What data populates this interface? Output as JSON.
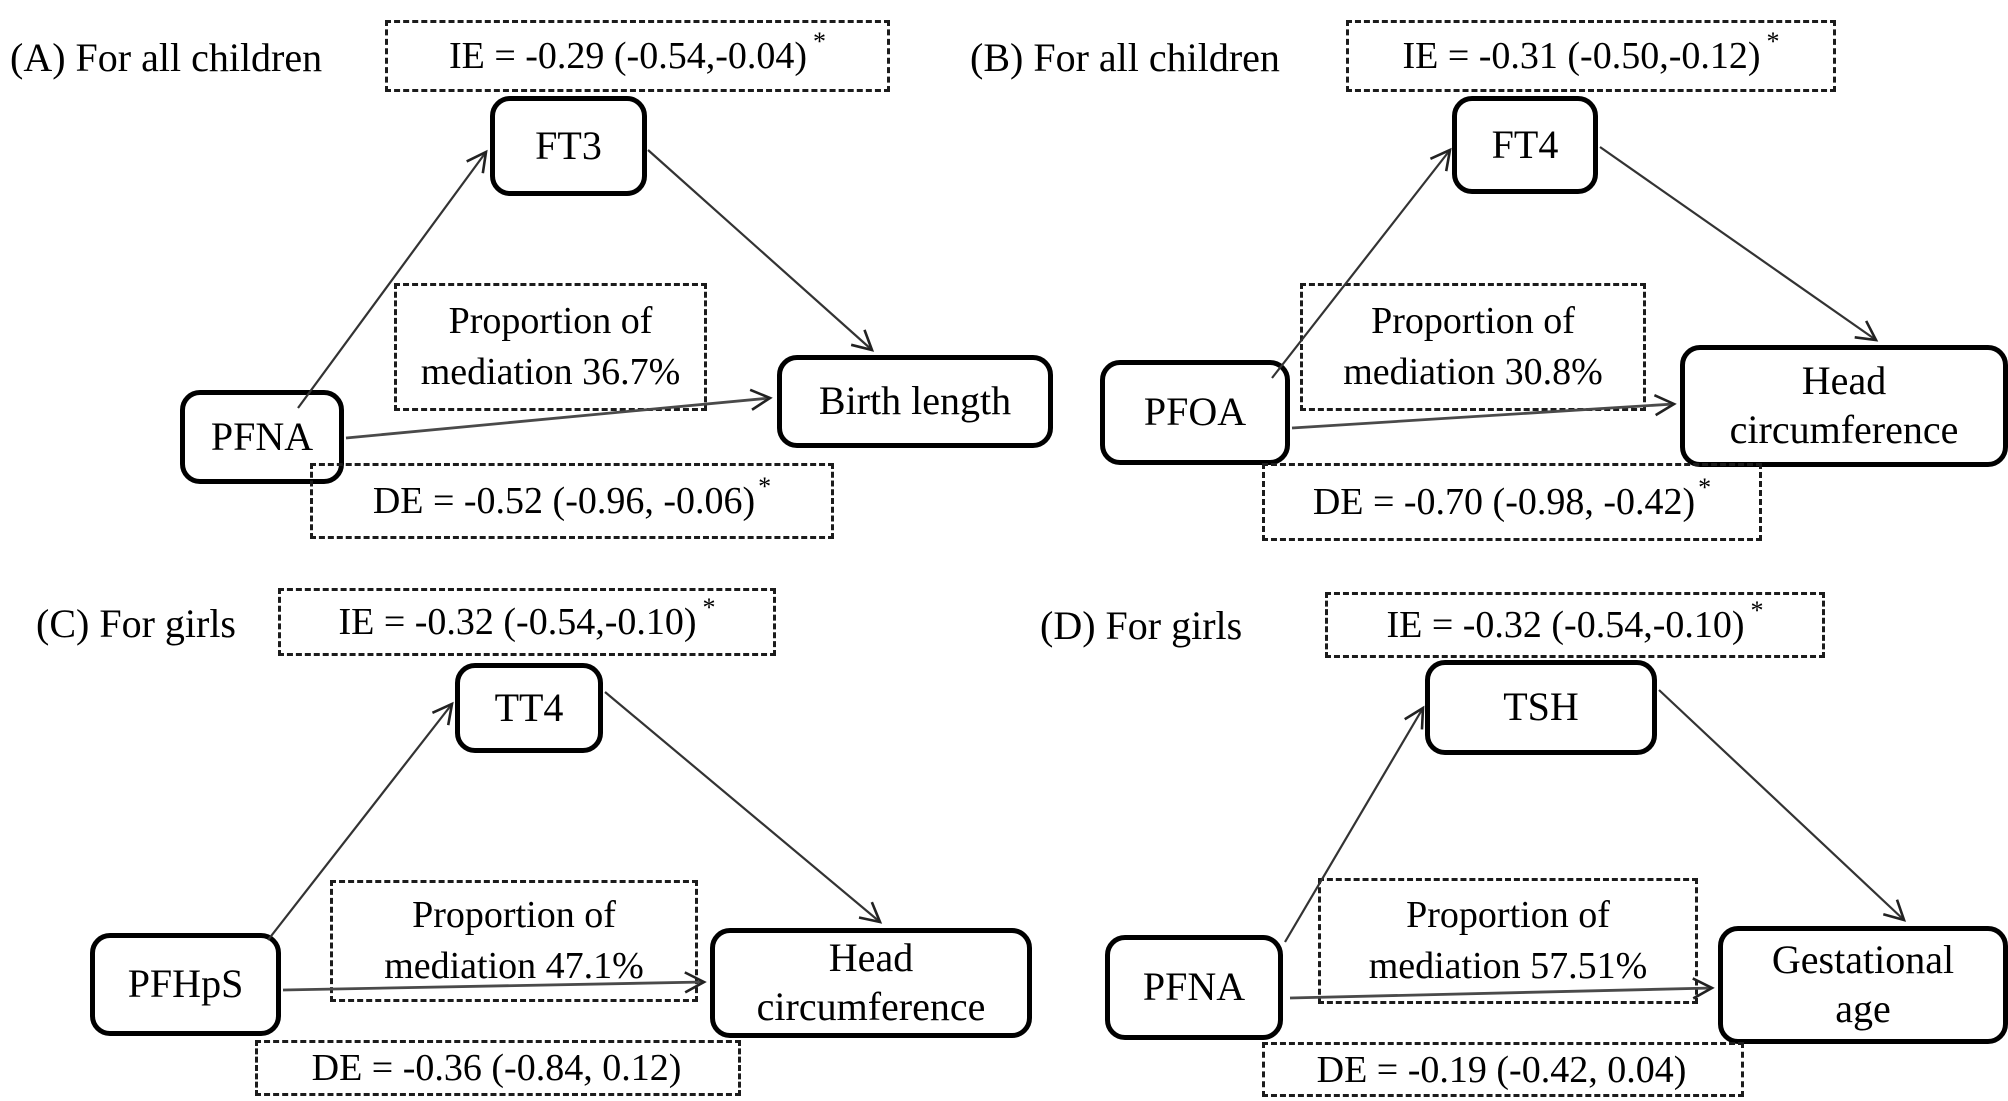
{
  "figure": {
    "type": "mediation-diagram",
    "colors": {
      "background": "#ffffff",
      "ink": "#000000",
      "arrow": "#3d3d3d"
    },
    "panels": [
      {
        "id": "A",
        "title": "(A) For all children",
        "indirect_effect": "IE = -0.29 (-0.54,-0.04)",
        "indirect_effect_star": "*",
        "mediator": "FT3",
        "exposure": "PFNA",
        "outcome_line1": "Birth length",
        "outcome_line2": "",
        "proportion_line1": "Proportion of",
        "proportion_line2": "mediation 36.7%",
        "direct_effect": "DE = -0.52 (-0.96, -0.06)",
        "direct_effect_star": "*"
      },
      {
        "id": "B",
        "title": "(B) For all children",
        "indirect_effect": "IE = -0.31 (-0.50,-0.12)",
        "indirect_effect_star": "*",
        "mediator": "FT4",
        "exposure": "PFOA",
        "outcome_line1": "Head",
        "outcome_line2": "circumference",
        "proportion_line1": "Proportion of",
        "proportion_line2": "mediation 30.8%",
        "direct_effect": "DE = -0.70 (-0.98, -0.42)",
        "direct_effect_star": "*"
      },
      {
        "id": "C",
        "title": "(C) For girls",
        "indirect_effect": "IE = -0.32 (-0.54,-0.10)",
        "indirect_effect_star": "*",
        "mediator": "TT4",
        "exposure": "PFHpS",
        "outcome_line1": "Head",
        "outcome_line2": "circumference",
        "proportion_line1": "Proportion of",
        "proportion_line2": "mediation 47.1%",
        "direct_effect": "DE = -0.36 (-0.84, 0.12)",
        "direct_effect_star": ""
      },
      {
        "id": "D",
        "title": "(D) For girls",
        "indirect_effect": "IE = -0.32 (-0.54,-0.10)",
        "indirect_effect_star": "*",
        "mediator": "TSH",
        "exposure": "PFNA",
        "outcome_line1": "Gestational",
        "outcome_line2": "age",
        "proportion_line1": "Proportion of",
        "proportion_line2": "mediation 57.51%",
        "direct_effect": "DE = -0.19 (-0.42, 0.04)",
        "direct_effect_star": ""
      }
    ]
  }
}
